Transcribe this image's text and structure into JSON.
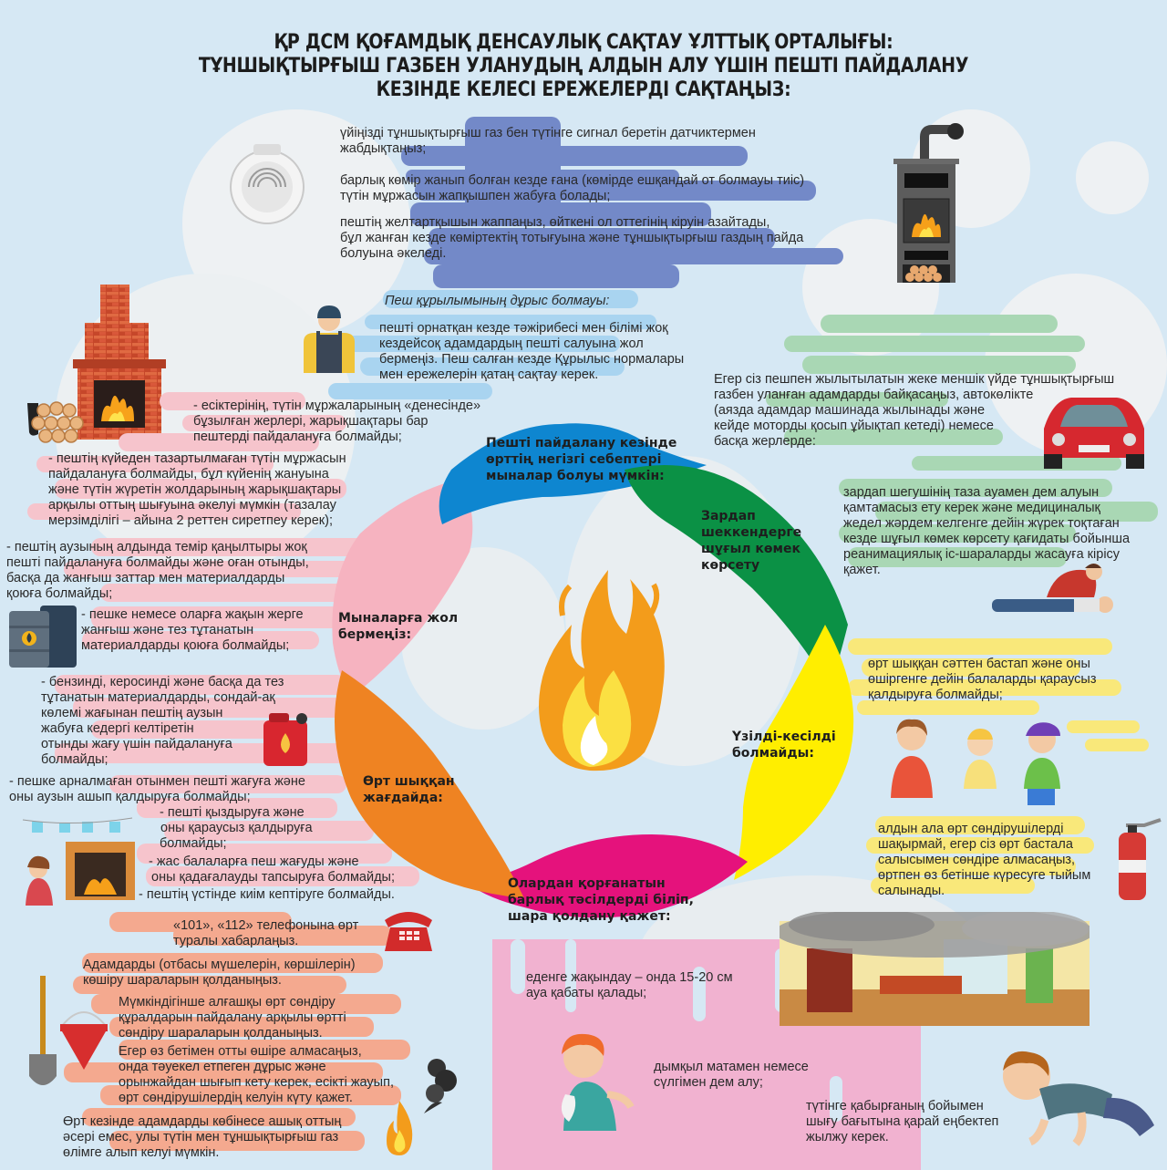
{
  "header": {
    "title_lines": [
      "ҚР ДСМ ҚОҒАМДЫҚ ДЕНСАУЛЫҚ САҚТАУ ҰЛТТЫҚ ОРТАЛЫҒЫ:",
      "ТҰНШЫҚТЫРҒЫШ ГАЗБЕН УЛАНУДЫҢ АЛДЫН АЛУ ҮШІН ПЕШТІ ПАЙДАЛАНУ",
      "КЕЗІНДЕ КЕЛЕСІ ЕРЕЖЕЛЕРДІ САҚТАҢЫЗ:"
    ]
  },
  "colors": {
    "background": "#d6e8f4",
    "petal_blue": "#0e86d0",
    "petal_green": "#0b9145",
    "petal_yellow": "#ffee00",
    "petal_magenta": "#e5127c",
    "petal_orange": "#ef8322",
    "petal_pink": "#f6b3c0",
    "flame_orange": "#f39c1b",
    "flame_yellow": "#fbe042"
  },
  "top_block": {
    "items": [
      [
        "үйіңізді тұншықтырғыш газ бен түтінге сигнал беретін датчиктермен",
        "жабдықтаңыз;"
      ],
      [
        "барлық көмір жанып болған кезде ғана (көмірде ешқандай от болмауы тиіс)",
        "түтін мұржасын жапқышпен жабуға болады;"
      ],
      [
        "пештің желтартқышын жаппаңыз, өйткені ол оттегінің кіруін азайтады,",
        "бұл жанған кезде көміртектің тотығуына және тұншықтырғыш газдың пайда",
        "болуына әкеледі."
      ]
    ]
  },
  "construction_block": {
    "heading": "Пеш құрылымының дұрыс болмауы:",
    "lines": [
      "пешті орнатқан кезде тәжірибесі мен білімі жоқ",
      "кездейсоқ адамдардың пешті салуына жол",
      "бермеңіз. Пеш салған кезде Құрылыс нормалары",
      "мен ережелерін қатаң сақтау керек."
    ]
  },
  "right_green_block": {
    "intro_lines": [
      "Егер сіз пешпен жылытылатын жеке меншік үйде тұншықтырғыш",
      "газбен уланған адамдарды байқасаңыз, автокөлікте",
      "(аязда адамдар машинада жылынады және",
      "кейде моторды қосып ұйықтап кетеді) немесе",
      "басқа жерлерде:"
    ],
    "aid_lines": [
      "зардап шегушінің таза ауамен дем алуын",
      "қамтамасыз ету керек  және медициналық",
      "жедел жәрдем келгенге дейін жүрек тоқтаған",
      "кезде шұғыл көмек көрсету қағидаты бойынша",
      "реанимациялық іс-шараларды жасауға  кірісу",
      "қажет."
    ]
  },
  "right_yellow_block": {
    "children_lines": [
      "өрт шыққан сәттен бастап және оны",
      "өшіргенге дейін балаларды қараусыз",
      "қалдыруға болмайды;"
    ],
    "extinguish_lines": [
      "алдын ала өрт сөндірушілерді",
      "шақырмай, егер сіз өрт басталa",
      "салысымен сөндіре алмасаңыз,",
      "өртпен өз бетінше күресуге тыйым",
      "салынады."
    ]
  },
  "left_pink_block": {
    "item1": [
      "- есіктерінің, түтін мұржаларының «денесінде»",
      "бұзылған жерлері, жарықшақтары бар",
      "пештерді пайдалануға болмайды;"
    ],
    "item2": [
      "- пештің күйеден тазартылмаған түтін мұржасын",
      "пайдалануға болмайды, бұл күйенің жануына",
      "және түтін жүретін жолдарының жарықшақтары",
      "арқылы оттың шығуына әкелуі мүмкін (тазалау",
      "мерзімділігі – айына 2 реттен сиретпеу керек);"
    ],
    "item3": [
      "- пештің аузының алдында темір қаңылтыры жоқ",
      "пешті пайдалануға болмайды және оған отынды,",
      "басқа да жанғыш заттар мен материалдарды",
      "қоюға болмайды;"
    ],
    "item4": [
      "- пешке немесе оларға жақын жерге",
      "жанғыш және тез тұтанатын",
      "материалдарды қоюға болмайды;"
    ],
    "item5": [
      "- бензинді, керосинді және басқа да тез",
      "тұтанатын материалдарды, сондай-ақ",
      "көлемі жағынан пештің аузын",
      "жабуға кедергі келтіретін",
      "отынды жағу үшін пайдалануға",
      "болмайды;"
    ],
    "item6": [
      "- пешке арналмаған отынмен пешті жағуға және",
      "оны аузын ашып қалдыруға болмайды;"
    ],
    "item7": [
      "- пешті қыздыруға және",
      "оны қараусыз қалдыруға",
      "болмайды;"
    ],
    "item8": [
      "- жас балаларға пеш жағуды және",
      "оны қадағалауды тапсыруға болмайды;"
    ],
    "item9": [
      "- пештің үстінде киім кептіруге болмайды."
    ]
  },
  "left_salmon_block": {
    "call": [
      "«101», «112» телефонына өрт",
      "туралы хабарлаңыз."
    ],
    "evacuate": [
      "Адамдарды (отбасы мүшелерін, көршілерін)",
      "көшіру  шараларын қолданыңыз."
    ],
    "extinguish": [
      "Мүмкіндігінше алғашқы өрт сөндіру",
      "құралдарын пайдалану арқылы өртті",
      "сөндіру шараларын қолданыңыз."
    ],
    "leave": [
      "Егер өз бетімен отты өшіре алмасаңыз,",
      "онда тәуекел етпеген дұрыс және",
      "орынжайдан шығып кету керек, есікті жауып,",
      "өрт сөндірушілердің келуін күту қажет."
    ],
    "note": [
      "Өрт кезінде адамдарды көбінесе ашық оттың",
      "әсері емес, улы түтін мен тұншықтырғыш газ",
      "өлімге алып келуі мүмкін."
    ]
  },
  "bottom_magenta_block": {
    "floor": [
      "еденге жақындау – онда 15-20 см",
      "ауа қабаты қалады;"
    ],
    "cloth": [
      "дымқыл матамен немесе",
      "сүлгімен дем алу;"
    ],
    "crawl": [
      "түтінге қабырғаның бойымен",
      "шығу бағытына қарай еңбектеп",
      "жылжу керек."
    ]
  },
  "wheel": {
    "petals": [
      {
        "label": [
          "Пешті пайдалану кезінде",
          "өрттің негізгі себептері",
          "мыналар болуы мүмкін:"
        ],
        "color": "#0e86d0"
      },
      {
        "label": [
          "Зардап",
          "шеккендерге",
          "шұғыл көмек",
          "көрсету"
        ],
        "color": "#0b9145"
      },
      {
        "label": [
          "Үзілді-кесілді",
          "болмайды:"
        ],
        "color": "#ffee00"
      },
      {
        "label": [
          "Олардан қорғанатын",
          "барлық тәсілдерді біліп,",
          "шара қолдану қажет:"
        ],
        "color": "#e5127c"
      },
      {
        "label": [
          "Өрт шыққан",
          "жағдайда:"
        ],
        "color": "#ef8322"
      },
      {
        "label": [
          "Мыналарға жол",
          "бермеңіз:"
        ],
        "color": "#f6b3c0"
      }
    ]
  },
  "icons": [
    "smoke-detector-icon",
    "wood-stove-icon",
    "brick-fireplace-icon",
    "firewood-icon",
    "worker-icon",
    "car-icon",
    "cpr-icon",
    "oil-barrel-icon",
    "fuel-canister-icon",
    "children-icon",
    "fire-extinguisher-icon",
    "telephone-icon",
    "fire-bucket-icon",
    "shovel-icon",
    "smoke-room-icon",
    "boy-cloth-icon",
    "crawling-boy-icon",
    "flame-icon"
  ]
}
